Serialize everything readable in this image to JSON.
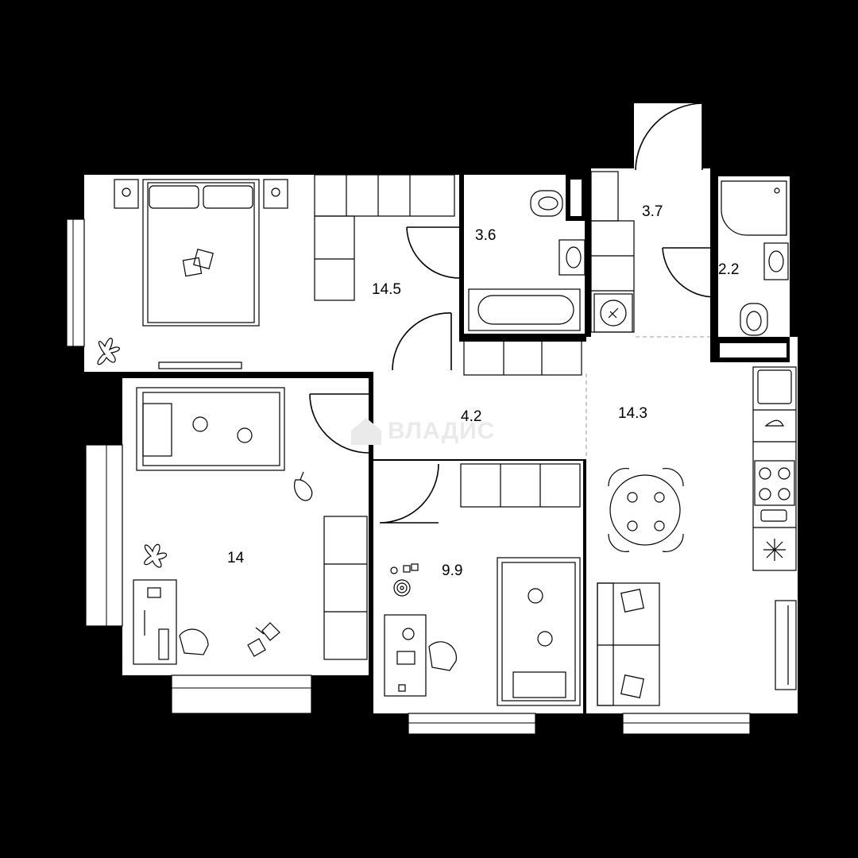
{
  "watermark": "ВЛАДИС",
  "rooms": [
    {
      "id": "bedroom",
      "area": "14.5"
    },
    {
      "id": "bathroom",
      "area": "3.6"
    },
    {
      "id": "entrance-hall",
      "area": "3.7"
    },
    {
      "id": "wc",
      "area": "2.2"
    },
    {
      "id": "corridor",
      "area": "4.2"
    },
    {
      "id": "kitchen-living",
      "area": "14.3"
    },
    {
      "id": "children-room-large",
      "area": "14"
    },
    {
      "id": "children-room-small",
      "area": "9.9"
    }
  ]
}
